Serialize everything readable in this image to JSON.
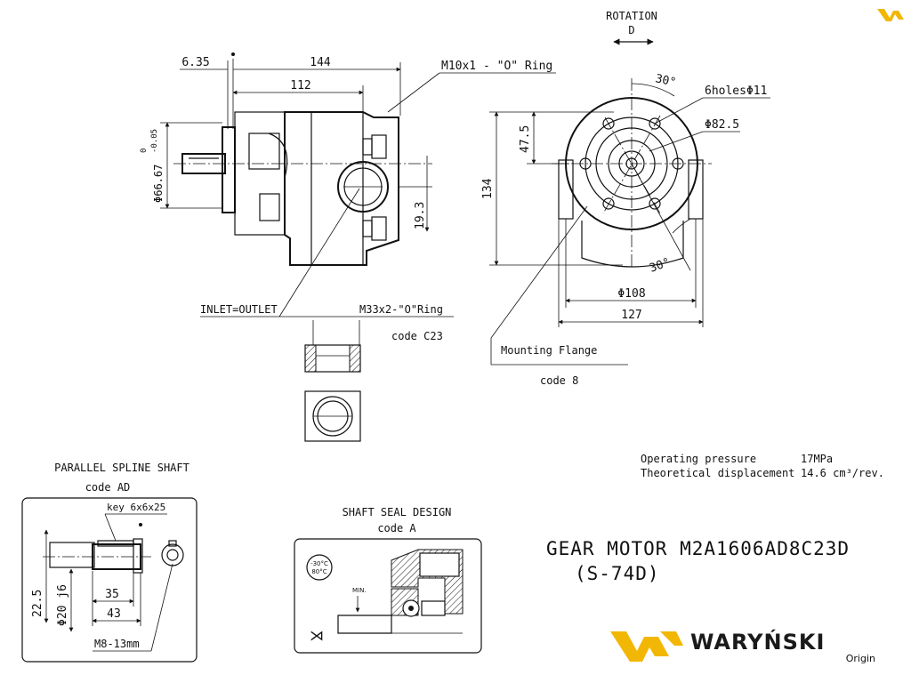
{
  "header": {
    "rotation_label": "ROTATION",
    "rotation_code": "D"
  },
  "side_view": {
    "dim_635": "6.35",
    "dim_144": "144",
    "dim_112": "112",
    "dim_shaft_dia": "Φ66.67",
    "dim_shaft_tol_upper": "0",
    "dim_shaft_tol_lower": "-0.05",
    "dim_193": "19.3",
    "m10_label": "M10x1 - \"O\" Ring",
    "inlet_outlet": "INLET=OUTLET",
    "port_thread": "M33x2-\"O\"Ring",
    "port_code": "code C23"
  },
  "front_view": {
    "angle_top": "30°",
    "angle_bottom": "30°",
    "holes": "6holesΦ11",
    "dia_825": "Φ82.5",
    "dim_475": "47.5",
    "dim_134": "134",
    "dia_108": "Φ108",
    "dim_127": "127",
    "mounting": "Mounting Flange",
    "mounting_code": "code 8"
  },
  "shaft_detail": {
    "title": "PARALLEL SPLINE SHAFT",
    "code": "code AD",
    "key": "key 6x6x25",
    "dim_225": "22.5",
    "dia_20": "Φ20 j6",
    "dim_35": "35",
    "dim_43": "43",
    "thread": "M8-13mm"
  },
  "seal_detail": {
    "title": "SHAFT SEAL DESIGN",
    "code": "code A",
    "temp_low": "-30°C",
    "temp_high": "80°C",
    "min_label": "MIN."
  },
  "specs": {
    "pressure_label": "Operating pressure",
    "pressure_value": "17MPa",
    "displacement_label": "Theoretical displacement",
    "displacement_value": "14.6 cm³/rev."
  },
  "title_block": {
    "product": "GEAR MOTOR  M2A1606AD8C23D",
    "sub": "(S-74D)"
  },
  "brand": {
    "name": "WARYŃSKI",
    "tagline": "Origin",
    "color_primary": "#f2b705",
    "color_dark": "#1a1a1a"
  }
}
